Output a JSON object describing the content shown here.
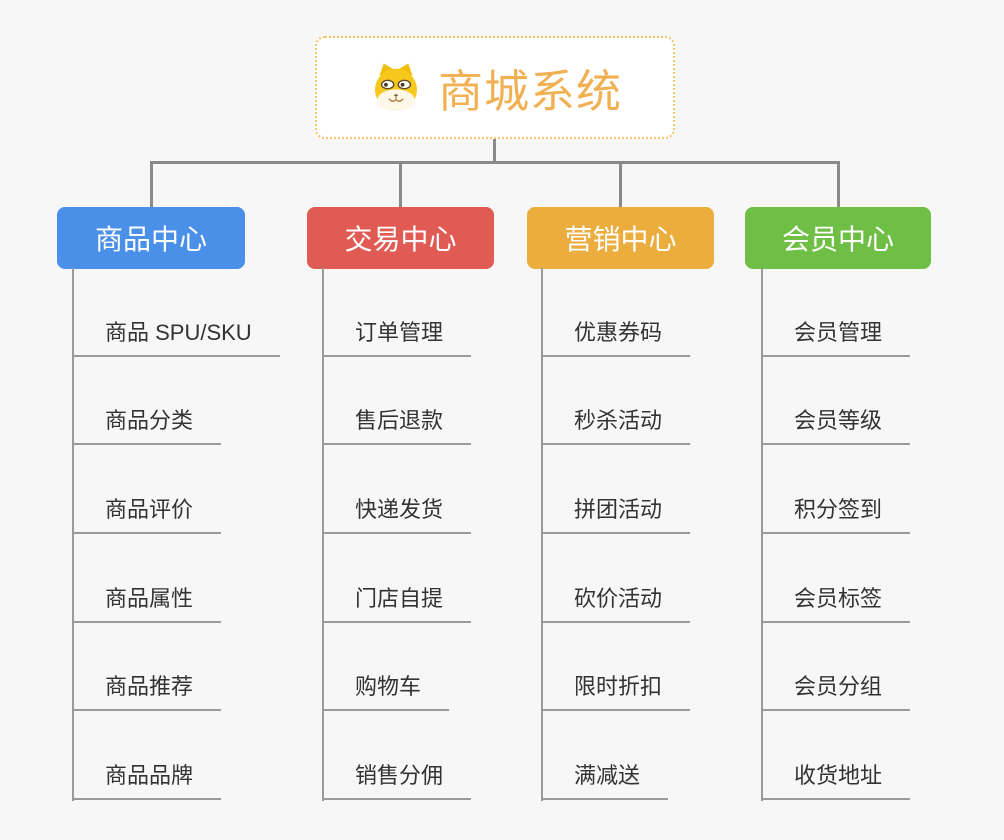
{
  "root": {
    "title": "商城系统",
    "icon": "dog-face-icon"
  },
  "branches": [
    {
      "label": "商品中心",
      "color": "#4a8fe8",
      "items": [
        "商品 SPU/SKU",
        "商品分类",
        "商品评价",
        "商品属性",
        "商品推荐",
        "商品品牌"
      ]
    },
    {
      "label": "交易中心",
      "color": "#e15b55",
      "items": [
        "订单管理",
        "售后退款",
        "快递发货",
        "门店自提",
        "购物车",
        "销售分佣"
      ]
    },
    {
      "label": "营销中心",
      "color": "#ebad3e",
      "items": [
        "优惠券码",
        "秒杀活动",
        "拼团活动",
        "砍价活动",
        "限时折扣",
        "满减送"
      ]
    },
    {
      "label": "会员中心",
      "color": "#6fbf46",
      "items": [
        "会员管理",
        "会员等级",
        "积分签到",
        "会员标签",
        "会员分组",
        "收货地址"
      ]
    }
  ],
  "colors": {
    "background": "#f7f7f7",
    "connector_thick": "#8a8a8a",
    "connector_thin": "#9a9a9a",
    "root_border": "#f5c36a",
    "root_title": "#f1b052",
    "item_text": "#333333"
  }
}
